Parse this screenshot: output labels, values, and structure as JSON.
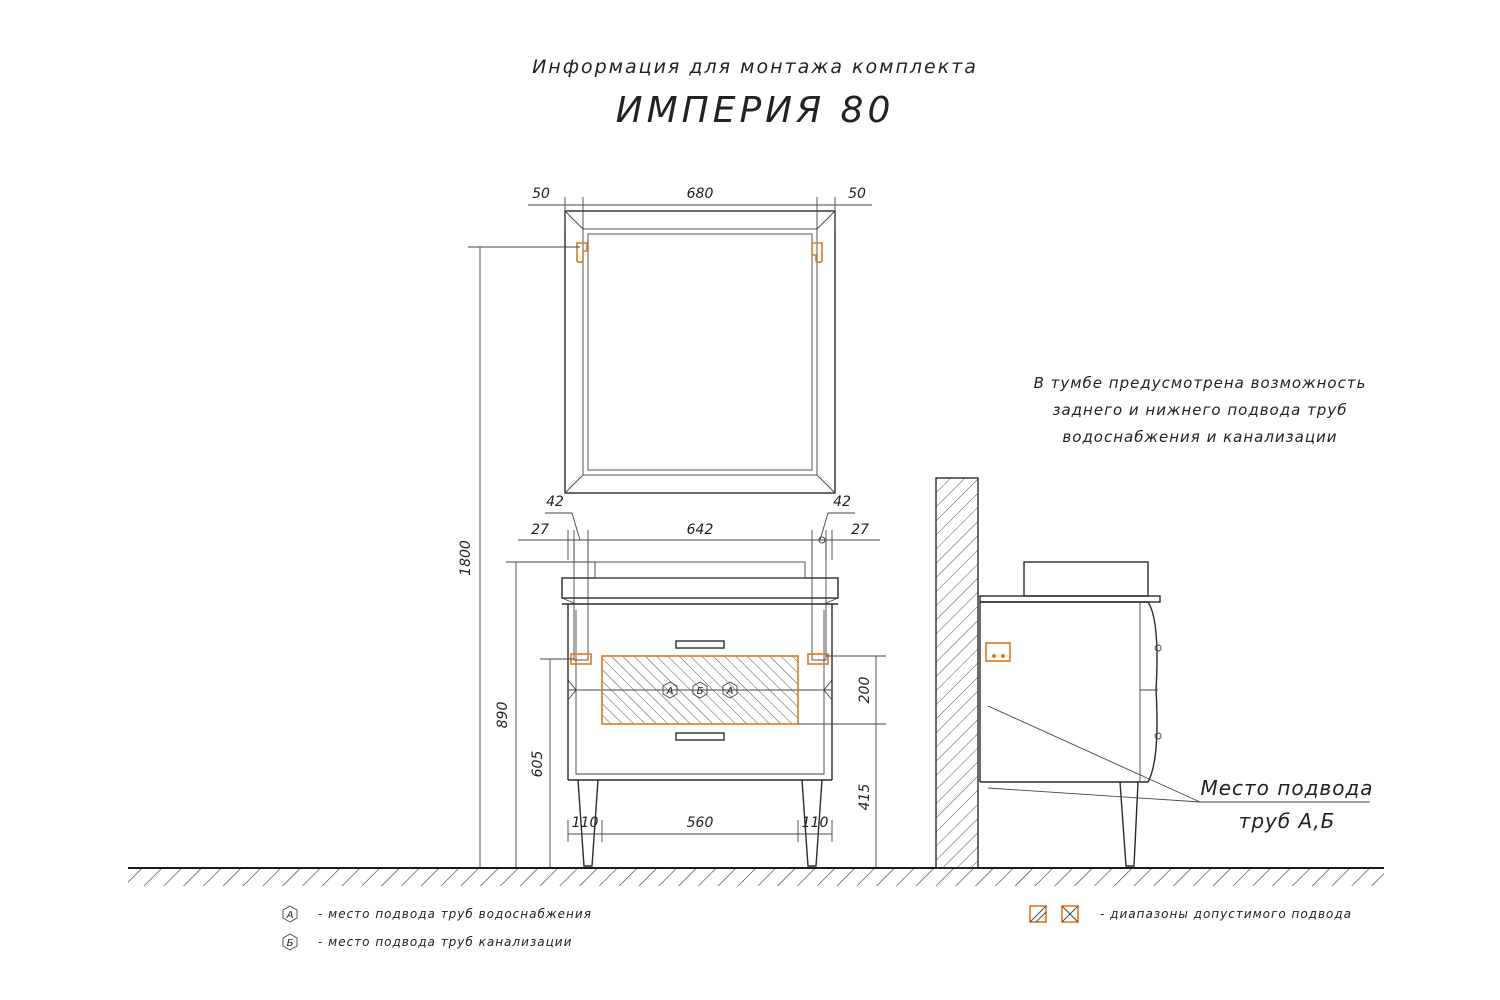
{
  "title": {
    "line1": "Информация для монтажа комплекта",
    "line2": "ИМПЕРИЯ 80"
  },
  "mirror_dims": {
    "left": "50",
    "width": "680",
    "right": "50"
  },
  "cabinet_dims": {
    "left_offset": "42",
    "right_offset": "42",
    "left_inset": "27",
    "width": "642",
    "right_inset": "27",
    "height_total": "1800",
    "height_cabinet": "890",
    "height_pipes": "605",
    "zone_height": "200",
    "zone_bottom": "415",
    "leg_left": "110",
    "leg_span": "560",
    "leg_right": "110"
  },
  "pipe_markers": [
    "А",
    "Б",
    "А"
  ],
  "note": {
    "line1": "В тумбе предусмотрена возможность",
    "line2": "заднего и нижнего подвода труб",
    "line3": "водоснабжения и канализации"
  },
  "callout": {
    "line1": "Место подвода",
    "line2": "труб А,Б"
  },
  "legend": {
    "a_symbol": "А",
    "a_text": "- место подвода труб водоснабжения",
    "b_symbol": "Б",
    "b_text": "- место подвода труб канализации",
    "range_text": "- диапазоны допустимого подвода"
  },
  "colors": {
    "accent": "#e07820",
    "line": "#2a2a2a"
  }
}
